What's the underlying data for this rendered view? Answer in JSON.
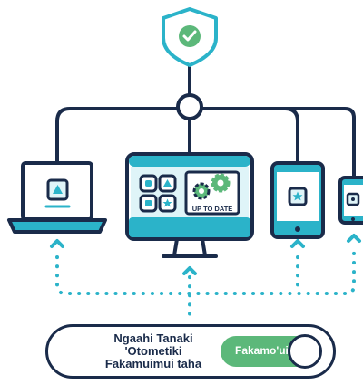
{
  "colors": {
    "navy": "#1a2b4a",
    "teal": "#2bb3c9",
    "teal_light": "#dff4f8",
    "green": "#5cb87a",
    "dotted": "#2bb3c9"
  },
  "icons": {
    "shield": "shield-check-icon",
    "laptop": "laptop-icon",
    "monitor": "monitor-icon",
    "tablet": "tablet-icon",
    "phone": "phone-icon",
    "gears": "gear-icon"
  },
  "monitor": {
    "status_label": "UP TO DATE"
  },
  "auto_update": {
    "label_lines": [
      "Ngaahi Tanaki",
      "'Otometiki",
      "Fakamuimui taha"
    ],
    "toggle_text": "Fakamo'ui",
    "enabled": true
  }
}
